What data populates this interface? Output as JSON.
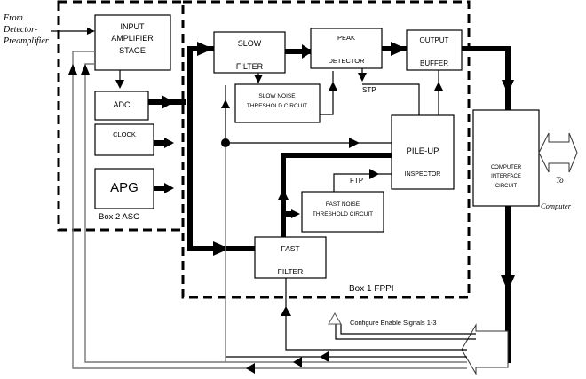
{
  "diagram": {
    "input_source": [
      "From",
      "Detector-",
      "Preamplifier"
    ],
    "box2": {
      "label": "Box 2  ASC",
      "input_amplifier": [
        "INPUT",
        "AMPLIFIER",
        "STAGE"
      ],
      "adc": "ADC",
      "clock": "CLOCK",
      "apg": "APG"
    },
    "box1": {
      "label": "Box 1  FPPI",
      "slow_filter": [
        "SLOW",
        "FILTER"
      ],
      "peak_detector": [
        "PEAK",
        "DETECTOR"
      ],
      "output_buffer": [
        "OUTPUT",
        "BUFFER"
      ],
      "slow_noise": [
        "SLOW NOISE",
        "THRESHOLD CIRCUIT"
      ],
      "stp": "STP",
      "pile_up": [
        "PILE-UP",
        "INSPECTOR"
      ],
      "ftp": "FTP",
      "fast_noise": [
        "FAST NOISE",
        "THRESHOLD CIRCUIT"
      ],
      "fast_filter": [
        "FAST",
        "FILTER"
      ]
    },
    "computer_interface": [
      "COMPUTER",
      "INTERFACE",
      "CIRCUIT"
    ],
    "to_computer": [
      "To",
      "Computer"
    ],
    "configure": "Configure Enable Signals 1-3"
  }
}
